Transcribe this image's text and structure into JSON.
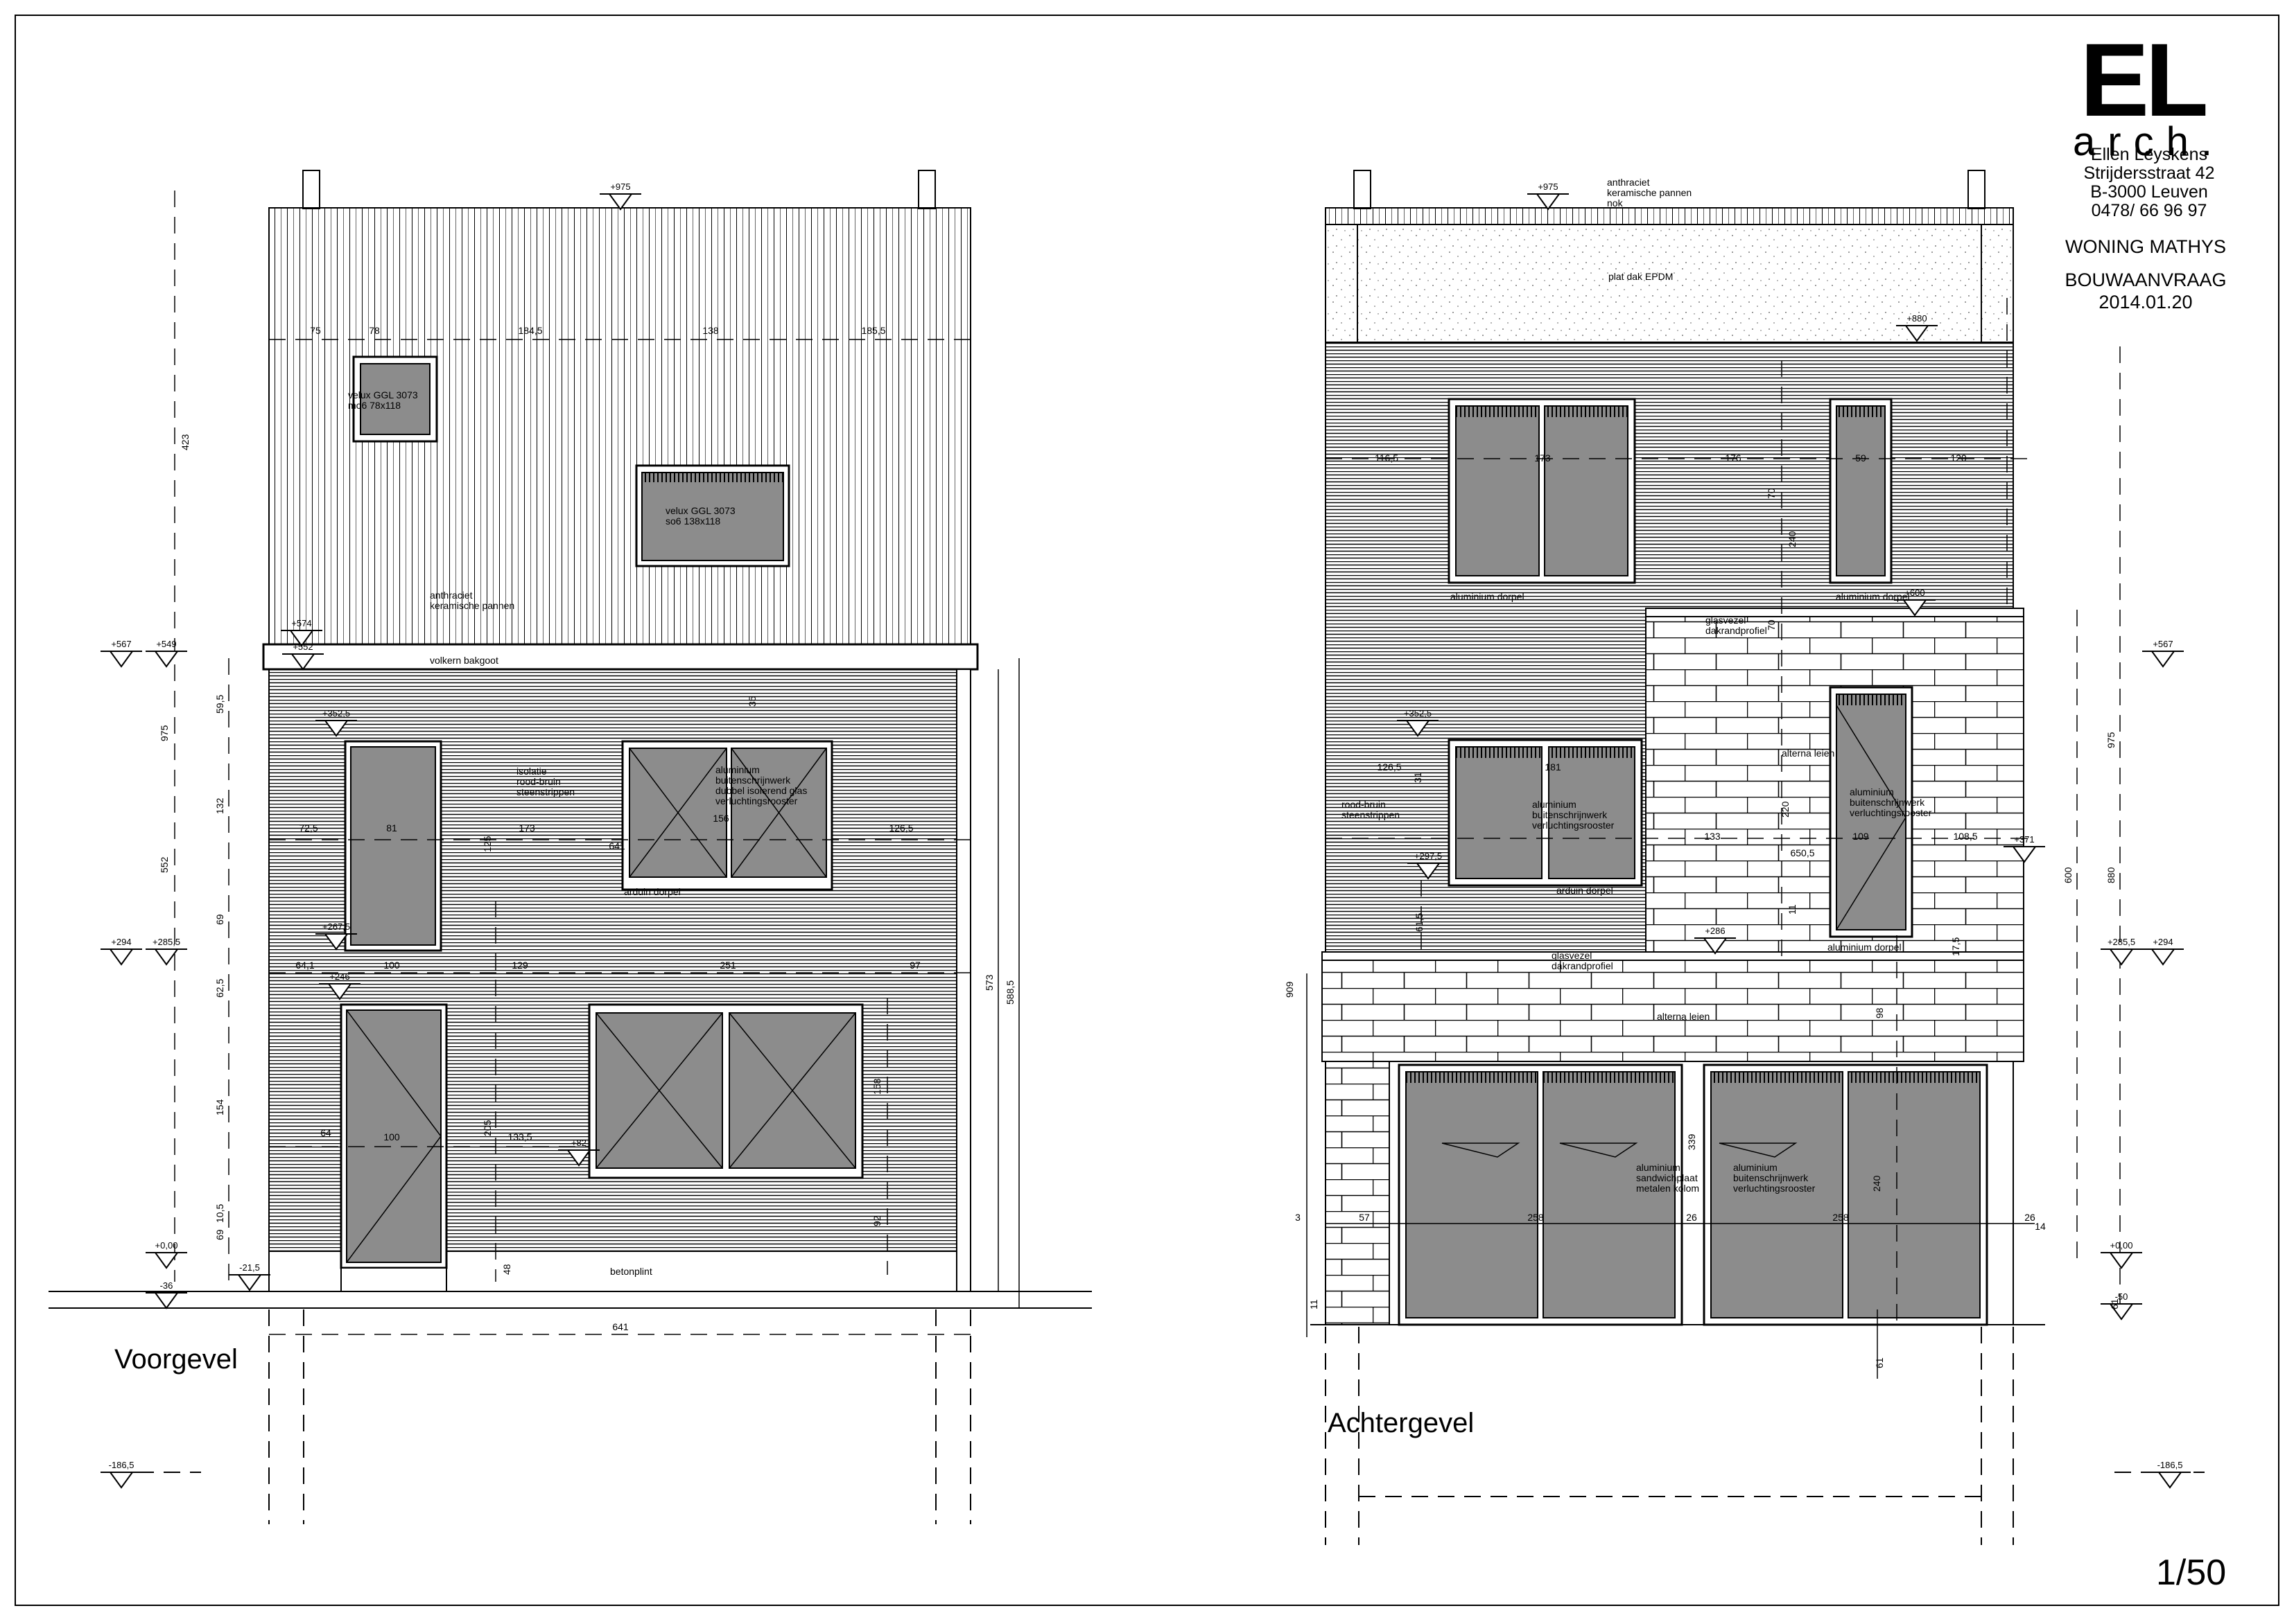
{
  "titleblock": {
    "logo": "EL",
    "logo_sub": "arch.",
    "address": [
      "Ellen Leyskens",
      "Strijdersstraat 42",
      "B-3000 Leuven",
      "0478/ 66 96 97"
    ],
    "project": "WONING MATHYS",
    "phase": "BOUWAANVRAAG",
    "date": "2014.01.20",
    "scale": "1/50"
  },
  "front": {
    "title": "Voorgevel",
    "labels": {
      "velux1": [
        "velux GGL 3073",
        "mo6 78x118"
      ],
      "velux2": [
        "velux GGL 3073",
        "so6 138x118"
      ],
      "roof": [
        "anthraciet",
        "keramische pannen"
      ],
      "gutter": "volkern bakgoot",
      "insulation": [
        "isolatie",
        "rood-bruin",
        "steenstrippen"
      ],
      "window": [
        "aluminium",
        "buitenschrijnwerk",
        "dubbel isolerend glas",
        "verluchtingsrooster"
      ],
      "sill": "arduin dorpel",
      "plinth": "betonplint"
    },
    "levels": [
      "+975",
      "+574",
      "+552",
      "+567",
      "+549",
      "+352,5",
      "+294",
      "+285,5",
      "+267,5",
      "+246",
      "+82",
      "+0,00",
      "-21,5",
      "-36",
      "-186,5"
    ],
    "dims": {
      "roofTop": [
        "75",
        "78",
        "184,5",
        "138",
        "185,5"
      ],
      "winRow1": [
        "72,5",
        "81",
        "173",
        "641",
        "156",
        "126,5"
      ],
      "winRow2": [
        "64,1",
        "100",
        "129",
        "251",
        "97"
      ],
      "door": [
        "64",
        "100",
        "205",
        "133,5"
      ],
      "left": [
        "423",
        "975",
        "552",
        "59,5",
        "132",
        "69",
        "62,5",
        "154",
        "10,5",
        "69"
      ],
      "misc": [
        "35",
        "125",
        "48",
        "158",
        "92",
        "573",
        "588,5",
        "641"
      ]
    }
  },
  "back": {
    "title": "Achtergevel",
    "labels": {
      "roof": [
        "anthraciet",
        "keramische pannen",
        "nok"
      ],
      "flatroof": "plat dak EPDM",
      "sill1": "aluminium dorpel",
      "sill2": "aluminium dorpel",
      "glass1": [
        "glasvezel",
        "dakrandprofiel"
      ],
      "ties": "alterna leien",
      "brick": [
        "rood-bruin",
        "steenstrippen"
      ],
      "window": [
        "aluminium",
        "buitenschrijnwerk",
        "verluchtingsrooster"
      ],
      "window2": [
        "aluminium",
        "buitenschrijnwerk",
        "verluchtingsrooster"
      ],
      "sill3": "arduin dorpel",
      "sill4": "aluminium dorpel",
      "glass2": [
        "glasvezel",
        "dakrandprofiel"
      ],
      "ties2": "alterna leien",
      "sandwich": [
        "aluminium",
        "sandwichplaat",
        "metalen kolom"
      ],
      "doors": [
        "aluminium",
        "buitenschrijnwerk",
        "verluchtingsrooster"
      ]
    },
    "levels": [
      "+975",
      "+880",
      "+600",
      "+567",
      "+352,5",
      "+297,5",
      "+294",
      "+285,5",
      "+286",
      "+0,00",
      "+371",
      "-50",
      "-186,5"
    ],
    "dims": {
      "row1": [
        "116,5",
        "173",
        "176",
        "59",
        "120"
      ],
      "row2": [
        "126,5",
        "181",
        "133",
        "109",
        "650,5",
        "108,5"
      ],
      "bottom": [
        "3",
        "57",
        "258",
        "26",
        "258",
        "26",
        "14"
      ],
      "vert": [
        "70",
        "240",
        "70",
        "220",
        "11",
        "31",
        "61,5",
        "17,5",
        "98",
        "339",
        "240",
        "909",
        "975",
        "600",
        "880",
        "61",
        "11",
        "61"
      ]
    }
  }
}
